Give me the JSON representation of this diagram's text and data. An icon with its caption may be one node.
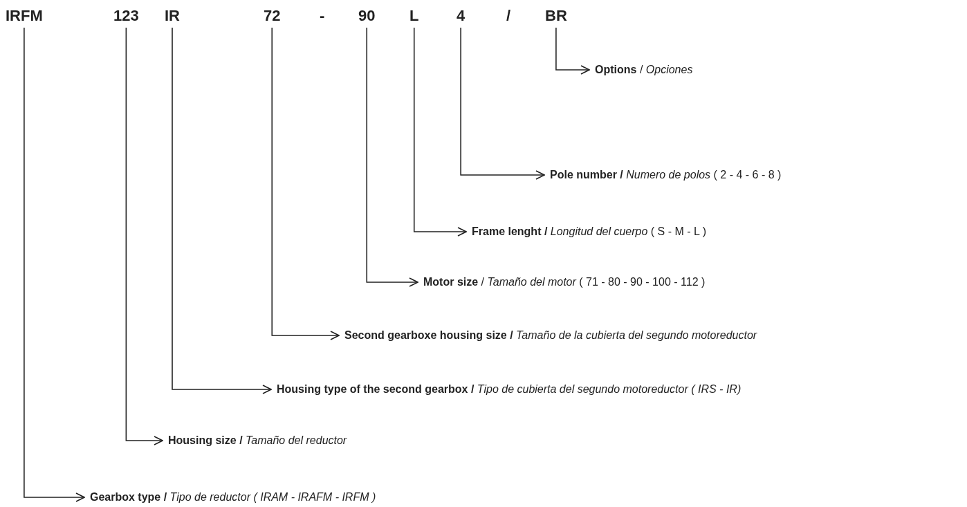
{
  "diagram": {
    "nodes": [
      {
        "text": [
          "IRFM"
        ]
      },
      {
        "text": [
          "123"
        ]
      },
      {
        "text": [
          "IR"
        ]
      },
      {
        "text": [
          "72"
        ]
      },
      {
        "text": [
          "90"
        ]
      },
      {
        "text": [
          "L"
        ]
      },
      {
        "text": [
          "4"
        ]
      },
      {
        "text": [
          "BR"
        ]
      },
      {
        "text": [
          "**Options** / *Opciones*"
        ]
      },
      {
        "text": [
          "**Pole number /** *Numero de polos* ( 2 - 4 - 6 - 8 )"
        ]
      },
      {
        "text": [
          "**Frame lenght /** *Longitud del cuerpo* ( S - M - L )"
        ]
      },
      {
        "text": [
          "**Motor size** / *Tamaño del motor* ( 71 - 80 - 90 - 100 - 112 )"
        ]
      },
      {
        "text": [
          "**Second gearboxe housing size /** *Tamaño de la cubierta del segundo motoreductor*"
        ]
      },
      {
        "text": [
          "**Housing type of the second gearbox /** *Tipo de cubierta del segundo motoreductor ( IRS - IR)*"
        ]
      },
      {
        "text": [
          "**Housing size /** *Tamaño del reductor*"
        ]
      },
      {
        "text": [
          "**Gearbox type /** *Tipo de reductor ( IRAM - IRAFM - IRFM )*"
        ]
      }
    ],
    "edges": [
      {
        "from": 7,
        "to": 8,
        "arrow": "to"
      },
      {
        "from": 6,
        "to": 9,
        "arrow": "to"
      },
      {
        "from": 5,
        "to": 10,
        "arrow": "to"
      },
      {
        "from": 4,
        "to": 11,
        "arrow": "to"
      },
      {
        "from": 3,
        "to": 12,
        "arrow": "to"
      },
      {
        "from": 2,
        "to": 13,
        "arrow": "to"
      },
      {
        "from": 1,
        "to": 14,
        "arrow": "to"
      },
      {
        "from": 0,
        "to": 15,
        "arrow": "to"
      }
    ],
    "labels": [
      "-",
      "/"
    ]
  }
}
